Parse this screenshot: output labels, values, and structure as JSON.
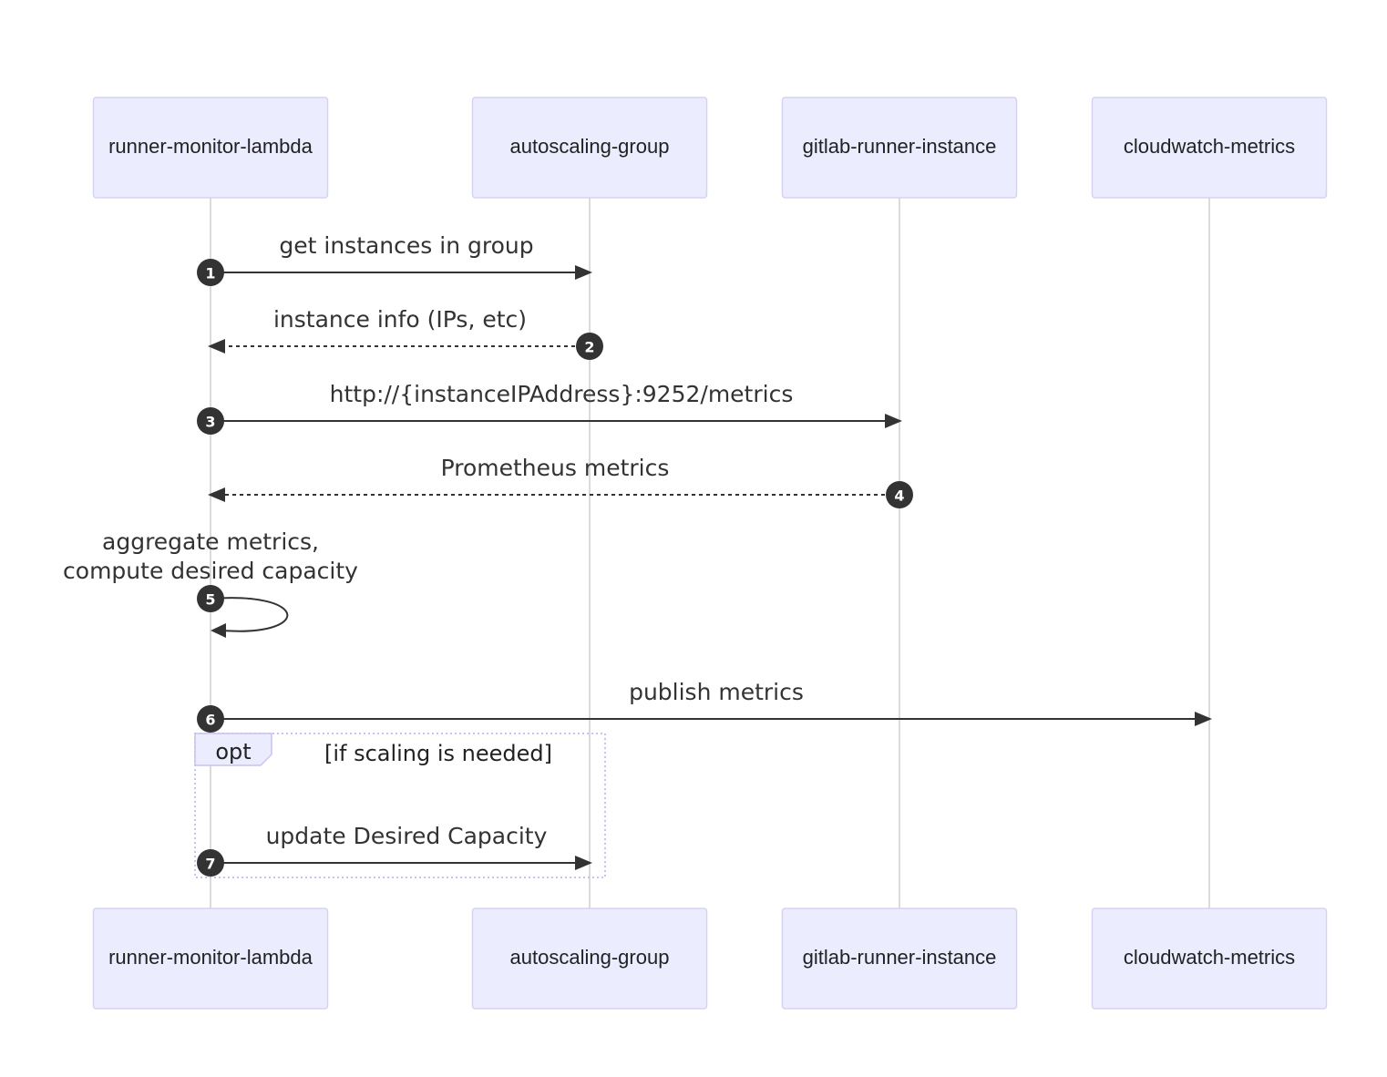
{
  "participants": [
    {
      "id": "lambda",
      "label": "runner-monitor-lambda"
    },
    {
      "id": "asg",
      "label": "autoscaling-group"
    },
    {
      "id": "runner",
      "label": "gitlab-runner-instance"
    },
    {
      "id": "cw",
      "label": "cloudwatch-metrics"
    }
  ],
  "messages": [
    {
      "seq": "1",
      "from": "lambda",
      "to": "asg",
      "style": "solid",
      "lines": [
        "get instances in group"
      ]
    },
    {
      "seq": "2",
      "from": "asg",
      "to": "lambda",
      "style": "dashed",
      "lines": [
        "instance info (IPs, etc)"
      ]
    },
    {
      "seq": "3",
      "from": "lambda",
      "to": "runner",
      "style": "solid",
      "lines": [
        "http://{instanceIPAddress}:9252/metrics"
      ]
    },
    {
      "seq": "4",
      "from": "runner",
      "to": "lambda",
      "style": "dashed",
      "lines": [
        "Prometheus metrics"
      ]
    },
    {
      "seq": "5",
      "from": "lambda",
      "to": "lambda",
      "style": "solid",
      "lines": [
        "aggregate metrics,",
        "compute desired capacity"
      ]
    },
    {
      "seq": "6",
      "from": "lambda",
      "to": "cw",
      "style": "solid",
      "lines": [
        "publish metrics"
      ]
    },
    {
      "seq": "7",
      "from": "lambda",
      "to": "asg",
      "style": "solid",
      "lines": [
        "update Desired Capacity"
      ]
    }
  ],
  "opt_block": {
    "label": "opt",
    "condition": "[if scaling is needed]"
  }
}
